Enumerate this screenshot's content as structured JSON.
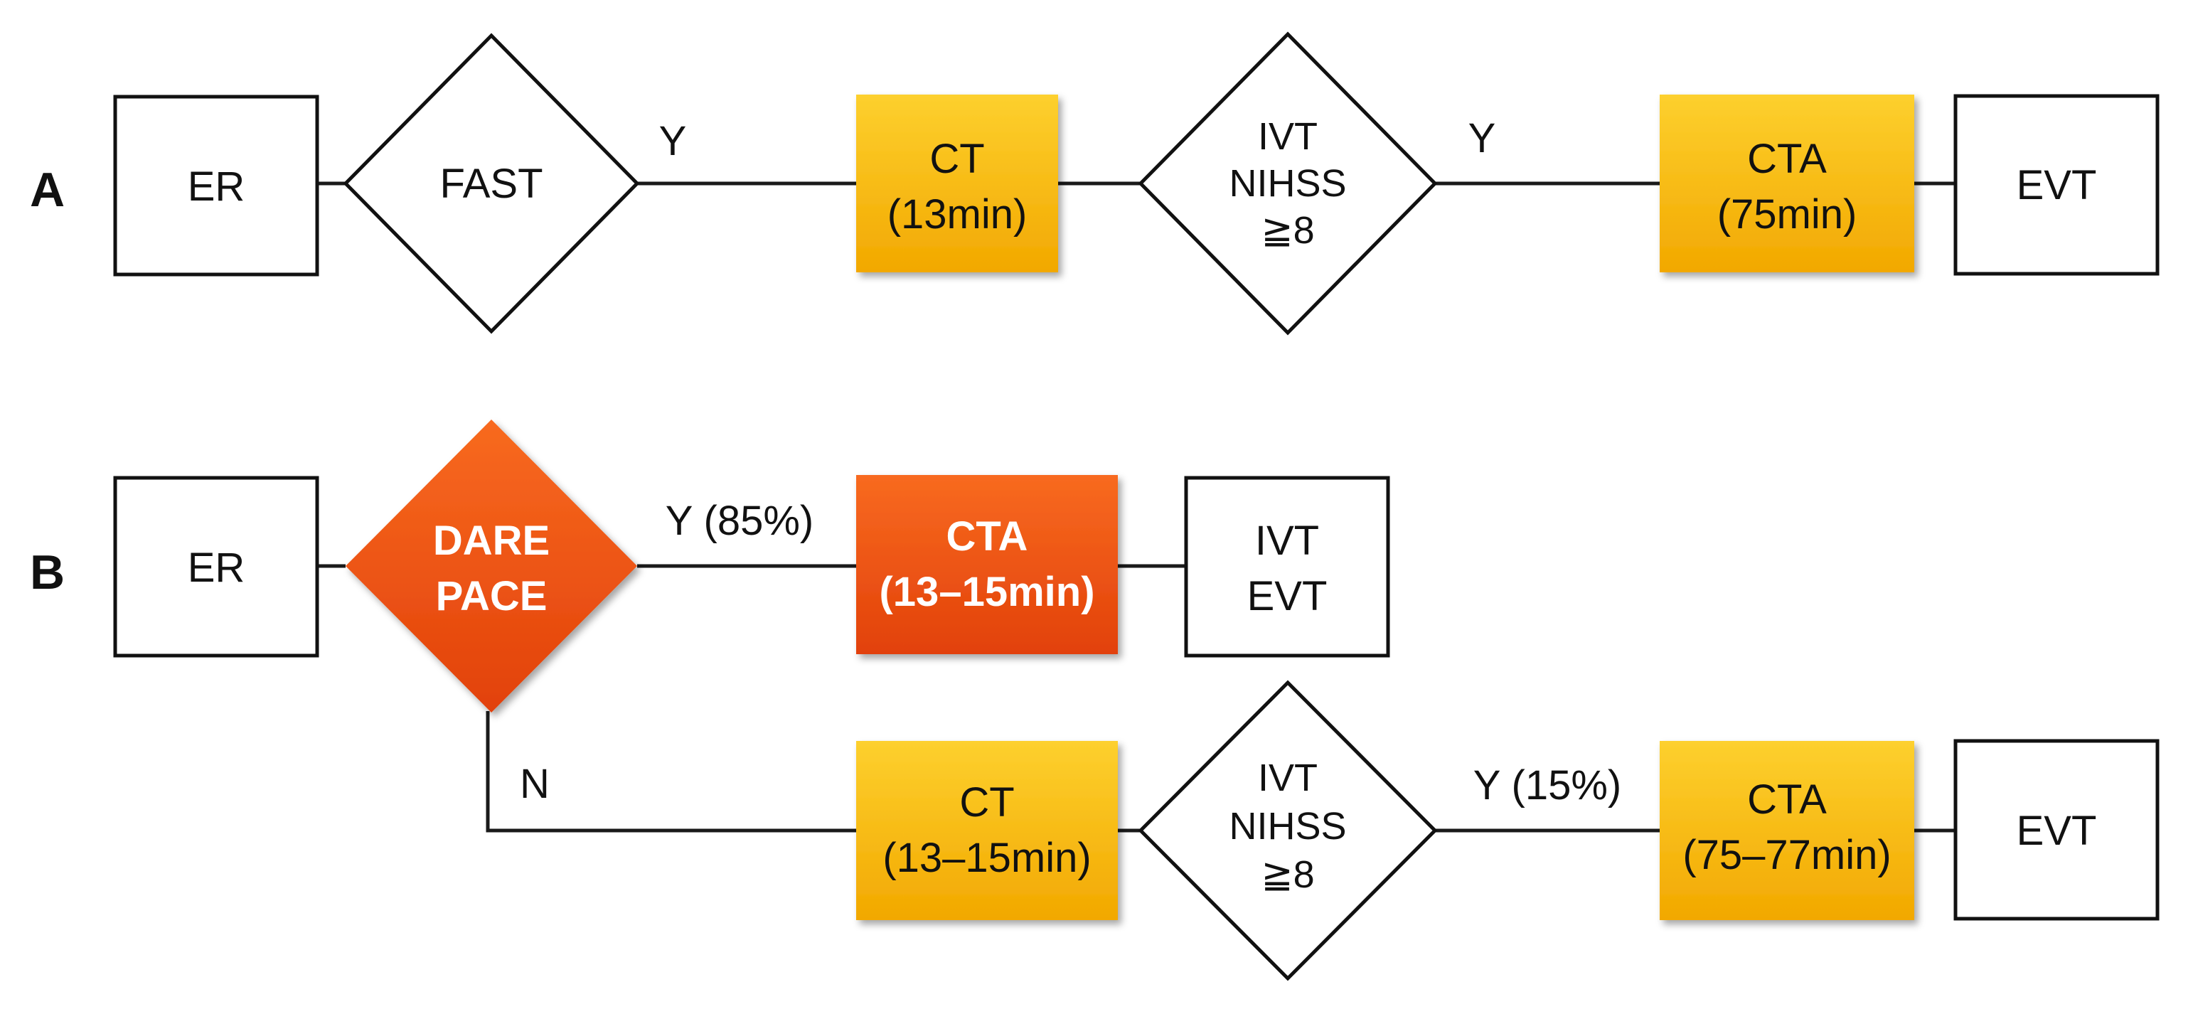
{
  "colors": {
    "yellow_box": "#fbbf17",
    "yellow_box_dark": "#f0a500",
    "orange_box": "#f25a12",
    "orange_box_dark": "#e4470a",
    "outline": "#111111"
  },
  "row_a": {
    "label": "A",
    "er": "ER",
    "fast": "FAST",
    "edge_fast_ct": "Y",
    "ct_line1": "CT",
    "ct_line2": "(13min)",
    "ivt_line1": "IVT",
    "ivt_line2": "NIHSS",
    "ivt_line3": "≧8",
    "edge_ivt_cta": "Y",
    "cta_line1": "CTA",
    "cta_line2": "(75min)",
    "evt": "EVT"
  },
  "row_b": {
    "label": "B",
    "er": "ER",
    "dare_line1": "DARE",
    "dare_line2": "PACE",
    "edge_dare_cta": "Y (85%)",
    "cta_line1": "CTA",
    "cta_line2": "(13–15min)",
    "ivt_evt_line1": "IVT",
    "ivt_evt_line2": "EVT",
    "edge_dare_ct": "N",
    "ct_line1": "CT",
    "ct_line2": "(13–15min)",
    "ivt_line1": "IVT",
    "ivt_line2": "NIHSS",
    "ivt_line3": "≧8",
    "edge_ivt_cta": "Y (15%)",
    "cta2_line1": "CTA",
    "cta2_line2": "(75–77min)",
    "evt": "EVT"
  }
}
